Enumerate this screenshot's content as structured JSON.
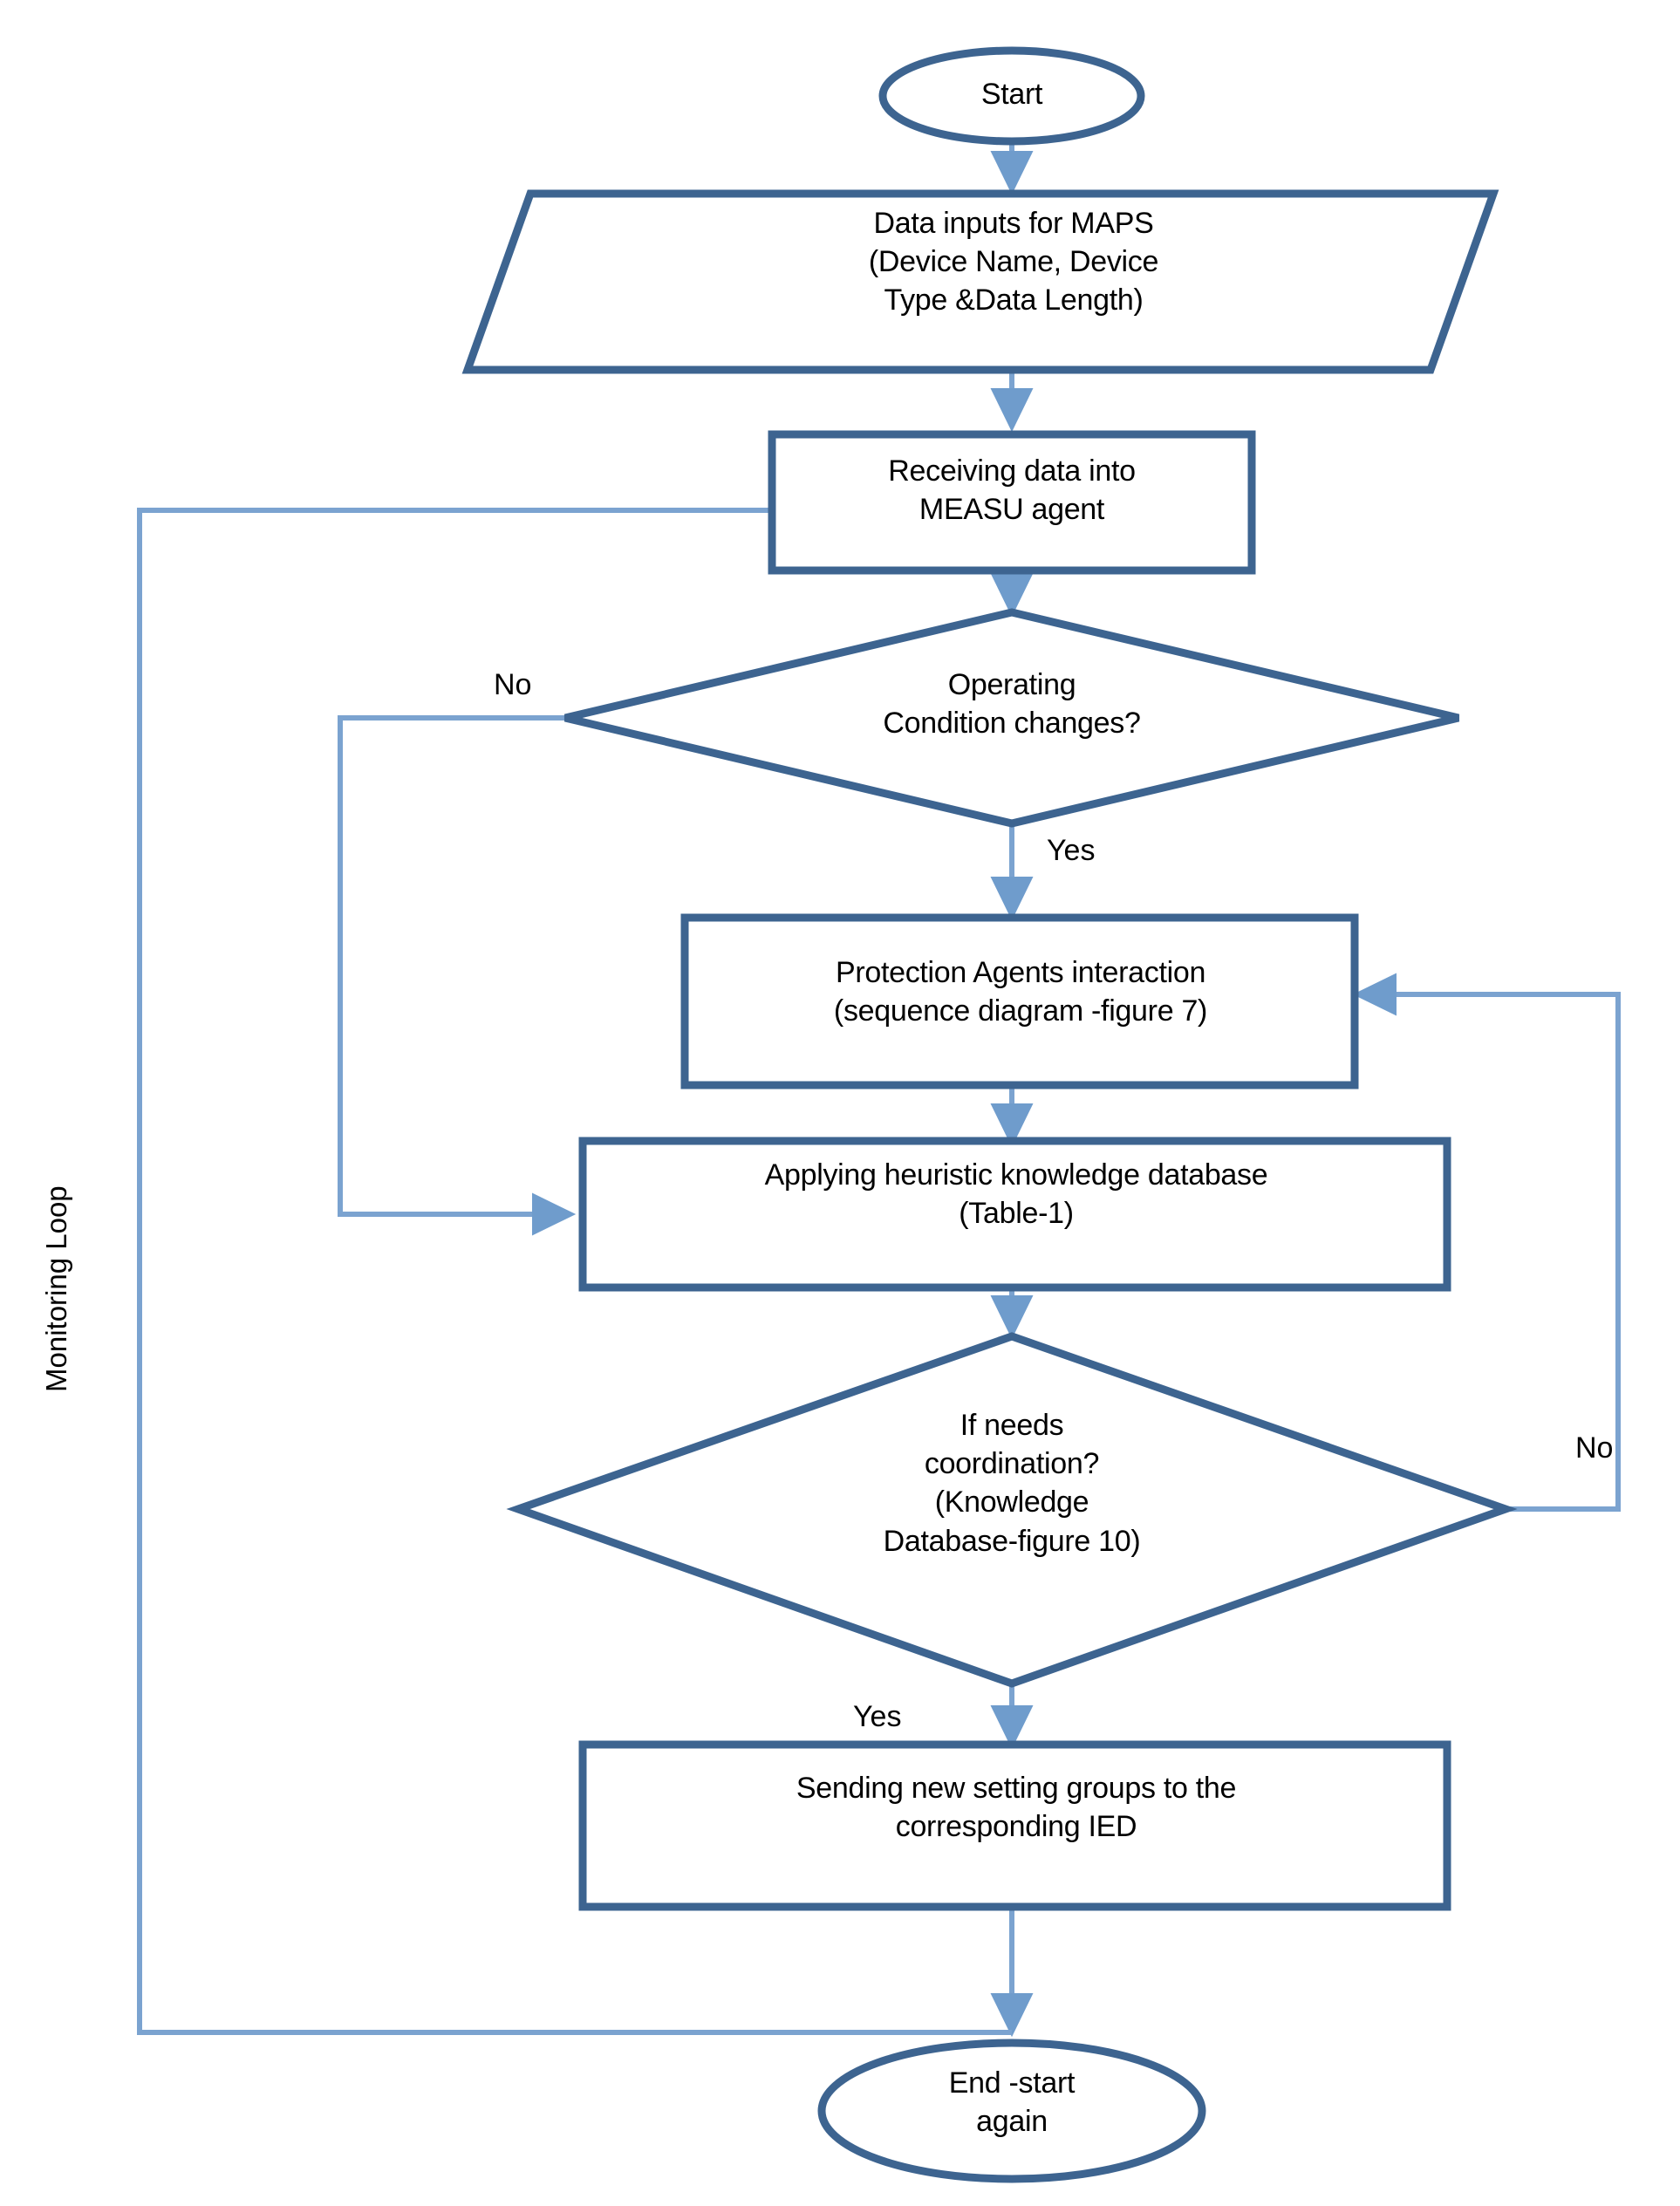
{
  "diagram": {
    "title_present": false,
    "background_color": "#ffffff",
    "shape_stroke_color": "#3d6490",
    "connector_color": "#7ba3d0",
    "text_color": "#000000",
    "loop_label": "Monitoring Loop",
    "nodes": [
      {
        "id": "start",
        "shape": "ellipse",
        "text": "Start"
      },
      {
        "id": "data-inputs",
        "shape": "parallelogram",
        "text": "Data inputs for MAPS\n(Device Name, Device\nType &Data Length)"
      },
      {
        "id": "receiving",
        "shape": "rectangle",
        "text": "Receiving data into\nMEASU agent"
      },
      {
        "id": "cond-change",
        "shape": "diamond",
        "text": "Operating\nCondition changes?"
      },
      {
        "id": "protection",
        "shape": "rectangle",
        "text": "Protection Agents interaction\n(sequence diagram -figure 7)"
      },
      {
        "id": "heuristic",
        "shape": "rectangle",
        "text": "Applying heuristic knowledge database\n(Table-1)"
      },
      {
        "id": "coordination",
        "shape": "diamond",
        "text": "If needs\ncoordination?\n(Knowledge\nDatabase-figure 10)"
      },
      {
        "id": "sending",
        "shape": "rectangle",
        "text": "Sending new setting groups to the\ncorresponding IED"
      },
      {
        "id": "end",
        "shape": "ellipse",
        "text": "End -start\nagain"
      }
    ],
    "edges": [
      {
        "id": "e-start-data",
        "from": "start",
        "to": "data-inputs",
        "label": ""
      },
      {
        "id": "e-data-receiving",
        "from": "data-inputs",
        "to": "receiving",
        "label": ""
      },
      {
        "id": "e-receiving-cond",
        "from": "receiving",
        "to": "cond-change",
        "label": ""
      },
      {
        "id": "e-cond-no",
        "from": "cond-change",
        "to": "heuristic",
        "label": "No"
      },
      {
        "id": "e-cond-yes",
        "from": "cond-change",
        "to": "protection",
        "label": "Yes"
      },
      {
        "id": "e-protection-heuristic",
        "from": "protection",
        "to": "heuristic",
        "label": ""
      },
      {
        "id": "e-heuristic-coord",
        "from": "heuristic",
        "to": "coordination",
        "label": ""
      },
      {
        "id": "e-coord-no",
        "from": "coordination",
        "to": "protection",
        "label": "No"
      },
      {
        "id": "e-coord-yes",
        "from": "coordination",
        "to": "sending",
        "label": "Yes"
      },
      {
        "id": "e-sending-end",
        "from": "sending",
        "to": "end",
        "label": ""
      },
      {
        "id": "e-monitoring-loop",
        "from": "sending",
        "to": "receiving",
        "label": "Monitoring Loop"
      }
    ]
  }
}
